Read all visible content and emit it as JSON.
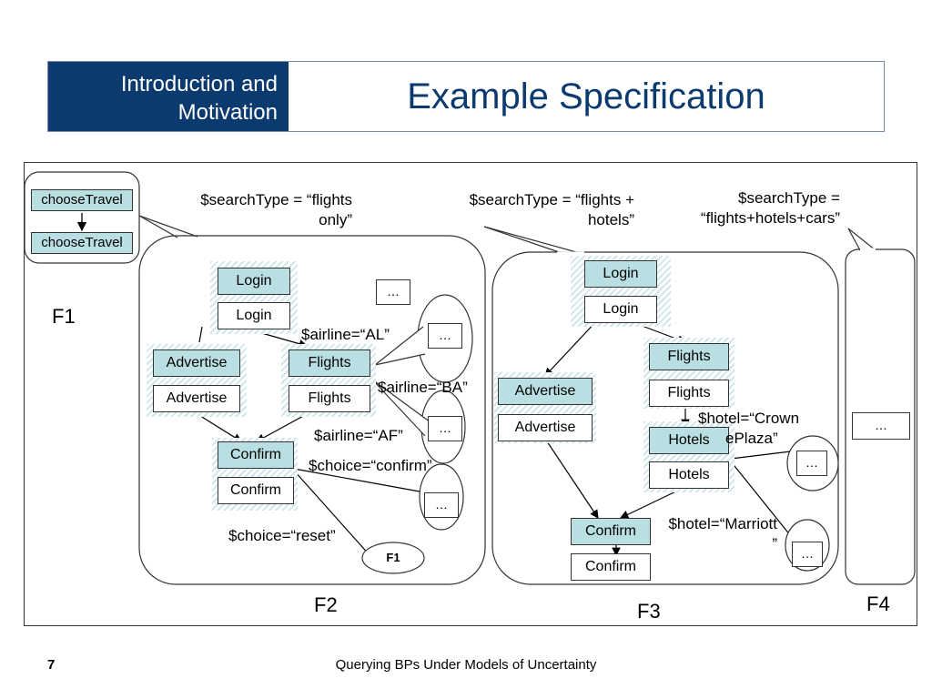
{
  "header": {
    "section_line1": "Introduction and",
    "section_line2": "Motivation",
    "title": "Example Specification"
  },
  "flows": {
    "f1": {
      "label": "F1",
      "nodes": [
        "chooseTravel",
        "chooseTravel"
      ]
    },
    "f2": {
      "label": "F2",
      "condition_line1": "$searchType = “flights",
      "condition_line2": "only”",
      "nodes": {
        "login_top": "Login",
        "login_bottom": "Login",
        "advertise_top": "Advertise",
        "advertise_bottom": "Advertise",
        "flights_top": "Flights",
        "flights_bottom": "Flights",
        "confirm_top": "Confirm",
        "confirm_bottom": "Confirm"
      },
      "ellipsis": "…",
      "annotations": {
        "airline_al": "$airline=“AL”",
        "airline_ba": "$airline=“BA”",
        "airline_af": "$airline=“AF”",
        "choice_confirm": "$choice=“confirm”",
        "choice_reset": "$choice=“reset”",
        "reset_ref": "F1"
      }
    },
    "f3": {
      "label": "F3",
      "condition_line1": "$searchType = “flights +",
      "condition_line2": "hotels”",
      "nodes": {
        "login_top": "Login",
        "login_bottom": "Login",
        "advertise_top": "Advertise",
        "advertise_bottom": "Advertise",
        "flights_top": "Flights",
        "flights_bottom": "Flights",
        "hotels_top": "Hotels",
        "hotels_bottom": "Hotels",
        "confirm_top": "Confirm",
        "confirm_bottom": "Confirm"
      },
      "ellipsis": "…",
      "annotations": {
        "hotel_crown_line1": "$hotel=“Crown",
        "hotel_crown_line2": "ePlaza”",
        "hotel_marriott_line1": "$hotel=“Marriott",
        "hotel_marriott_line2": "”"
      }
    },
    "f4": {
      "label": "F4",
      "condition_line1": "$searchType =",
      "condition_line2": "“flights+hotels+cars”",
      "ellipsis": "…"
    }
  },
  "footer": {
    "page_number": "7",
    "text": "Querying BPs Under Models of Uncertainty"
  }
}
